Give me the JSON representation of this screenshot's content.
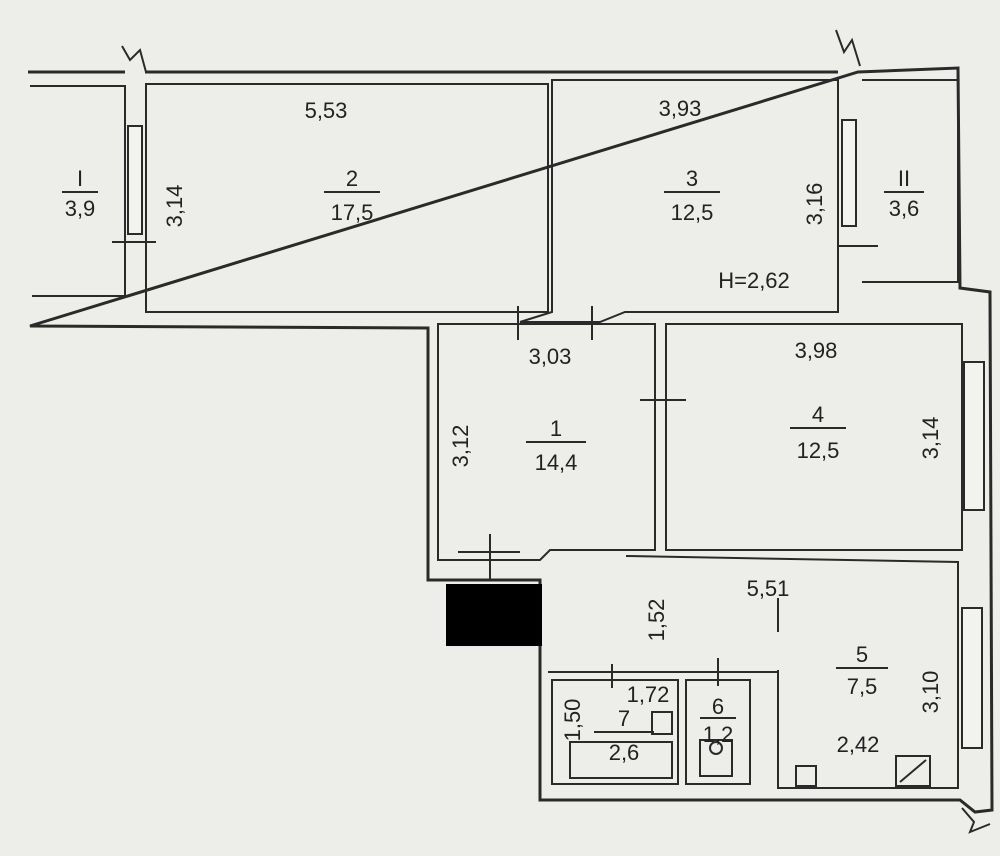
{
  "plan": {
    "ceiling_height": "H=2,62",
    "rooms": [
      {
        "id": "balcony-1",
        "number": "I",
        "area": "3,9"
      },
      {
        "id": "room-2",
        "number": "2",
        "area": "17,5"
      },
      {
        "id": "room-3",
        "number": "3",
        "area": "12,5"
      },
      {
        "id": "balcony-2",
        "number": "II",
        "area": "3,6"
      },
      {
        "id": "room-1",
        "number": "1",
        "area": "14,4"
      },
      {
        "id": "room-4",
        "number": "4",
        "area": "12,5"
      },
      {
        "id": "room-5",
        "number": "5",
        "area": "7,5"
      },
      {
        "id": "room-6",
        "number": "6",
        "area": "1,2"
      },
      {
        "id": "room-7",
        "number": "7",
        "area": "2,6"
      }
    ],
    "dimensions": [
      {
        "id": "room2-width",
        "value": "5,53"
      },
      {
        "id": "room2-depth",
        "value": "3,14"
      },
      {
        "id": "room3-width",
        "value": "3,93"
      },
      {
        "id": "room3-depth",
        "value": "3,16"
      },
      {
        "id": "room1-width",
        "value": "3,03"
      },
      {
        "id": "room1-depth",
        "value": "3,12"
      },
      {
        "id": "room4-width",
        "value": "3,98"
      },
      {
        "id": "room4-depth",
        "value": "3,14"
      },
      {
        "id": "room5-width",
        "value": "5,51"
      },
      {
        "id": "room5-depth",
        "value": "3,10"
      },
      {
        "id": "corridor-depth",
        "value": "1,52"
      },
      {
        "id": "room7-width",
        "value": "1,72"
      },
      {
        "id": "room7-depth",
        "value": "1,50"
      },
      {
        "id": "room5-inner",
        "value": "2,42"
      }
    ]
  }
}
